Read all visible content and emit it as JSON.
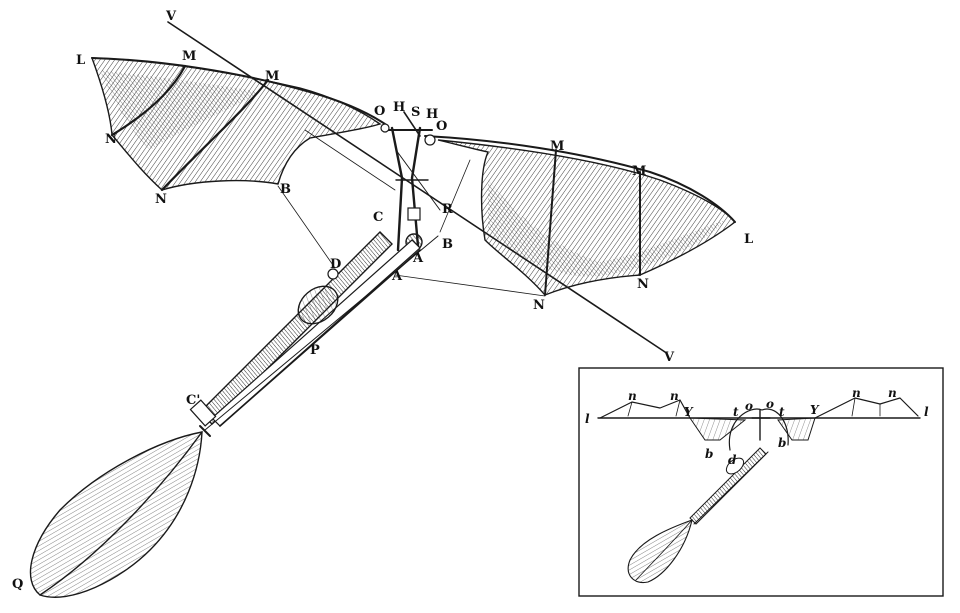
{
  "colors": {
    "ink": "#1a1a1a",
    "paper": "#ffffff"
  },
  "main_labels": {
    "V_top": "V",
    "V_bottom": "V",
    "L_left": "L",
    "L_right": "L",
    "M_left_1": "M",
    "M_left_2": "M",
    "M_right_1": "M",
    "M_right_2": "M",
    "N_left_1": "N",
    "N_left_2": "N",
    "N_right_1": "N",
    "N_right_2": "N",
    "O_left": "O",
    "O_right": "O",
    "H_left": "H",
    "H_right": "H",
    "S": "S",
    "B_left": "B",
    "B_right": "B",
    "C": "C",
    "C_prime": "C'",
    "R": "R",
    "D": "D",
    "A_left": "A",
    "A_right": "A",
    "P": "P",
    "Q": "Q"
  },
  "inset_labels": {
    "l_left": "l",
    "l_right": "l",
    "n_1": "n",
    "n_2": "n",
    "n_3": "n",
    "n_4": "n",
    "y_left": "Y",
    "y_right": "Y",
    "t_left": "t",
    "t_right": "t",
    "o_left": "o",
    "o_right": "o",
    "b_left": "b",
    "b_right": "b",
    "d": "d"
  }
}
